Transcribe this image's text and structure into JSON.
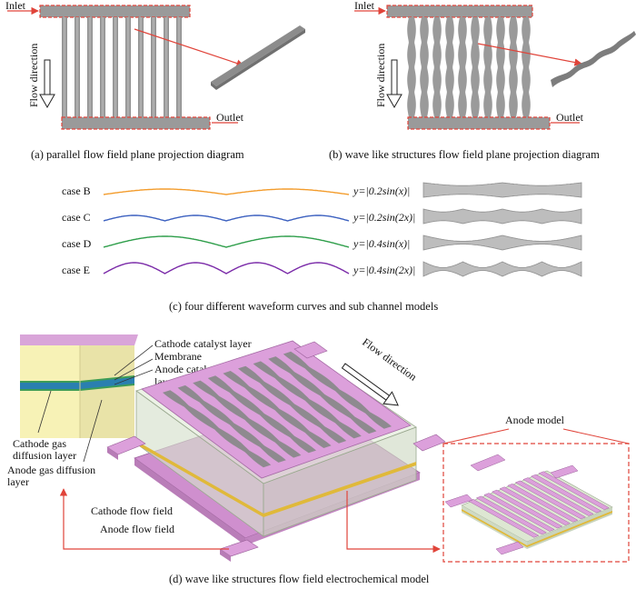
{
  "panel_a": {
    "inlet": "Inlet",
    "flow_direction": "Flow direction",
    "outlet": "Outlet",
    "caption": "(a) parallel flow field plane projection diagram"
  },
  "panel_b": {
    "inlet": "Inlet",
    "flow_direction": "Flow direction",
    "outlet": "Outlet",
    "caption": "(b) wave like structures flow field plane projection diagram"
  },
  "panel_c": {
    "cases": [
      {
        "label": "case B",
        "equation": "y=|0.2sin(x)|",
        "color": "#f39c2c"
      },
      {
        "label": "case C",
        "equation": "y=|0.2sin(2x)|",
        "color": "#3a5fbf"
      },
      {
        "label": "case D",
        "equation": "y=|0.4sin(x)|",
        "color": "#2e9e4a"
      },
      {
        "label": "case E",
        "equation": "y=|0.4sin(2x)|",
        "color": "#7a2aa8"
      }
    ],
    "caption": "(c) four different waveform curves and sub channel models"
  },
  "panel_d": {
    "cathode_catalyst_layer": "Cathode catalyst layer",
    "membrane": "Membrane",
    "anode_catalyst_layer_1": "Anode catalyst",
    "anode_catalyst_layer_2": "layer",
    "cathode_gdl_1": "Cathode gas",
    "cathode_gdl_2": "diffusion layer",
    "anode_gdl_1": "Anode gas diffusion",
    "anode_gdl_2": "layer",
    "cathode_flow_field": "Cathode flow field",
    "anode_flow_field": "Anode flow field",
    "flow_direction": "Flow direction",
    "anode_model": "Anode model",
    "caption": "(d) wave like structures flow field electrochemical model"
  },
  "colors": {
    "gray": "#9b9b9b",
    "red": "#e0443a",
    "pink": "#dda0dc",
    "glass": "#dfe9d6",
    "cream": "#f8f3b8"
  }
}
